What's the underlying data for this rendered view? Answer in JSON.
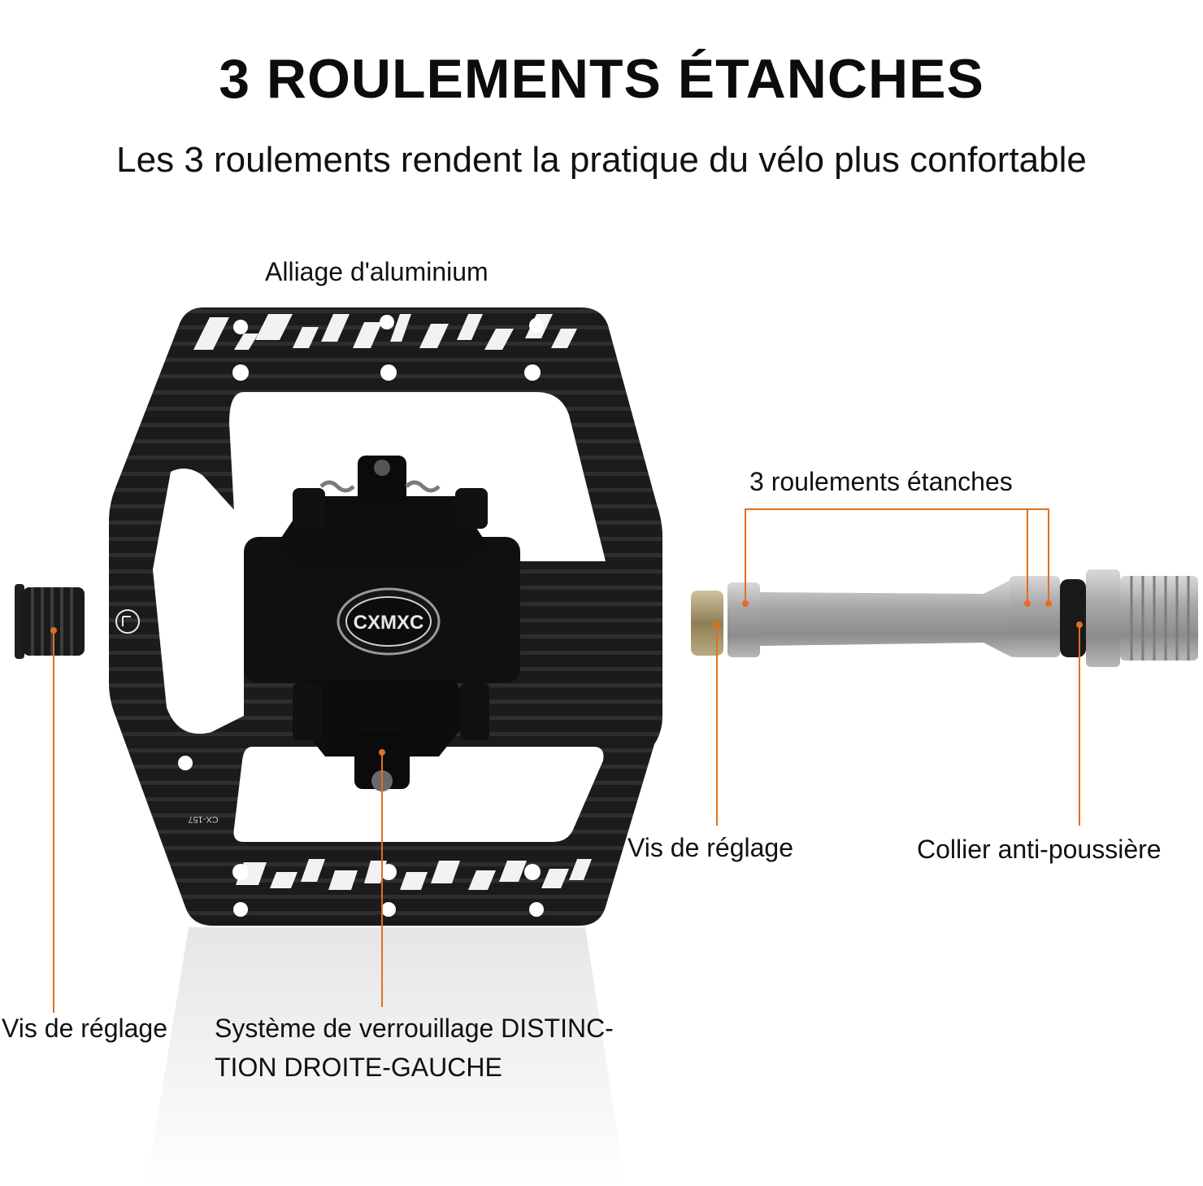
{
  "title": "3 ROULEMENTS ÉTANCHES",
  "subtitle": "Les 3 roulements rendent la pratique du vélo plus confortable",
  "labels": {
    "alloy": "Alliage d'aluminium",
    "bearings": "3 roulements étanches",
    "screw_right": "Vis de réglage",
    "dust_collar": "Collier anti-poussière",
    "screw_left": "Vis de réglage",
    "lock_system": "Système de verrouillage DISTINC-\nTION DROITE-GAUCHE"
  },
  "product": {
    "logo": "CXMXC",
    "model": "CX-157"
  },
  "colors": {
    "pedal_body": "#1a1a1a",
    "axle_steel": "#9a9a9a",
    "leader_line": "#e07020",
    "text": "#111111"
  }
}
